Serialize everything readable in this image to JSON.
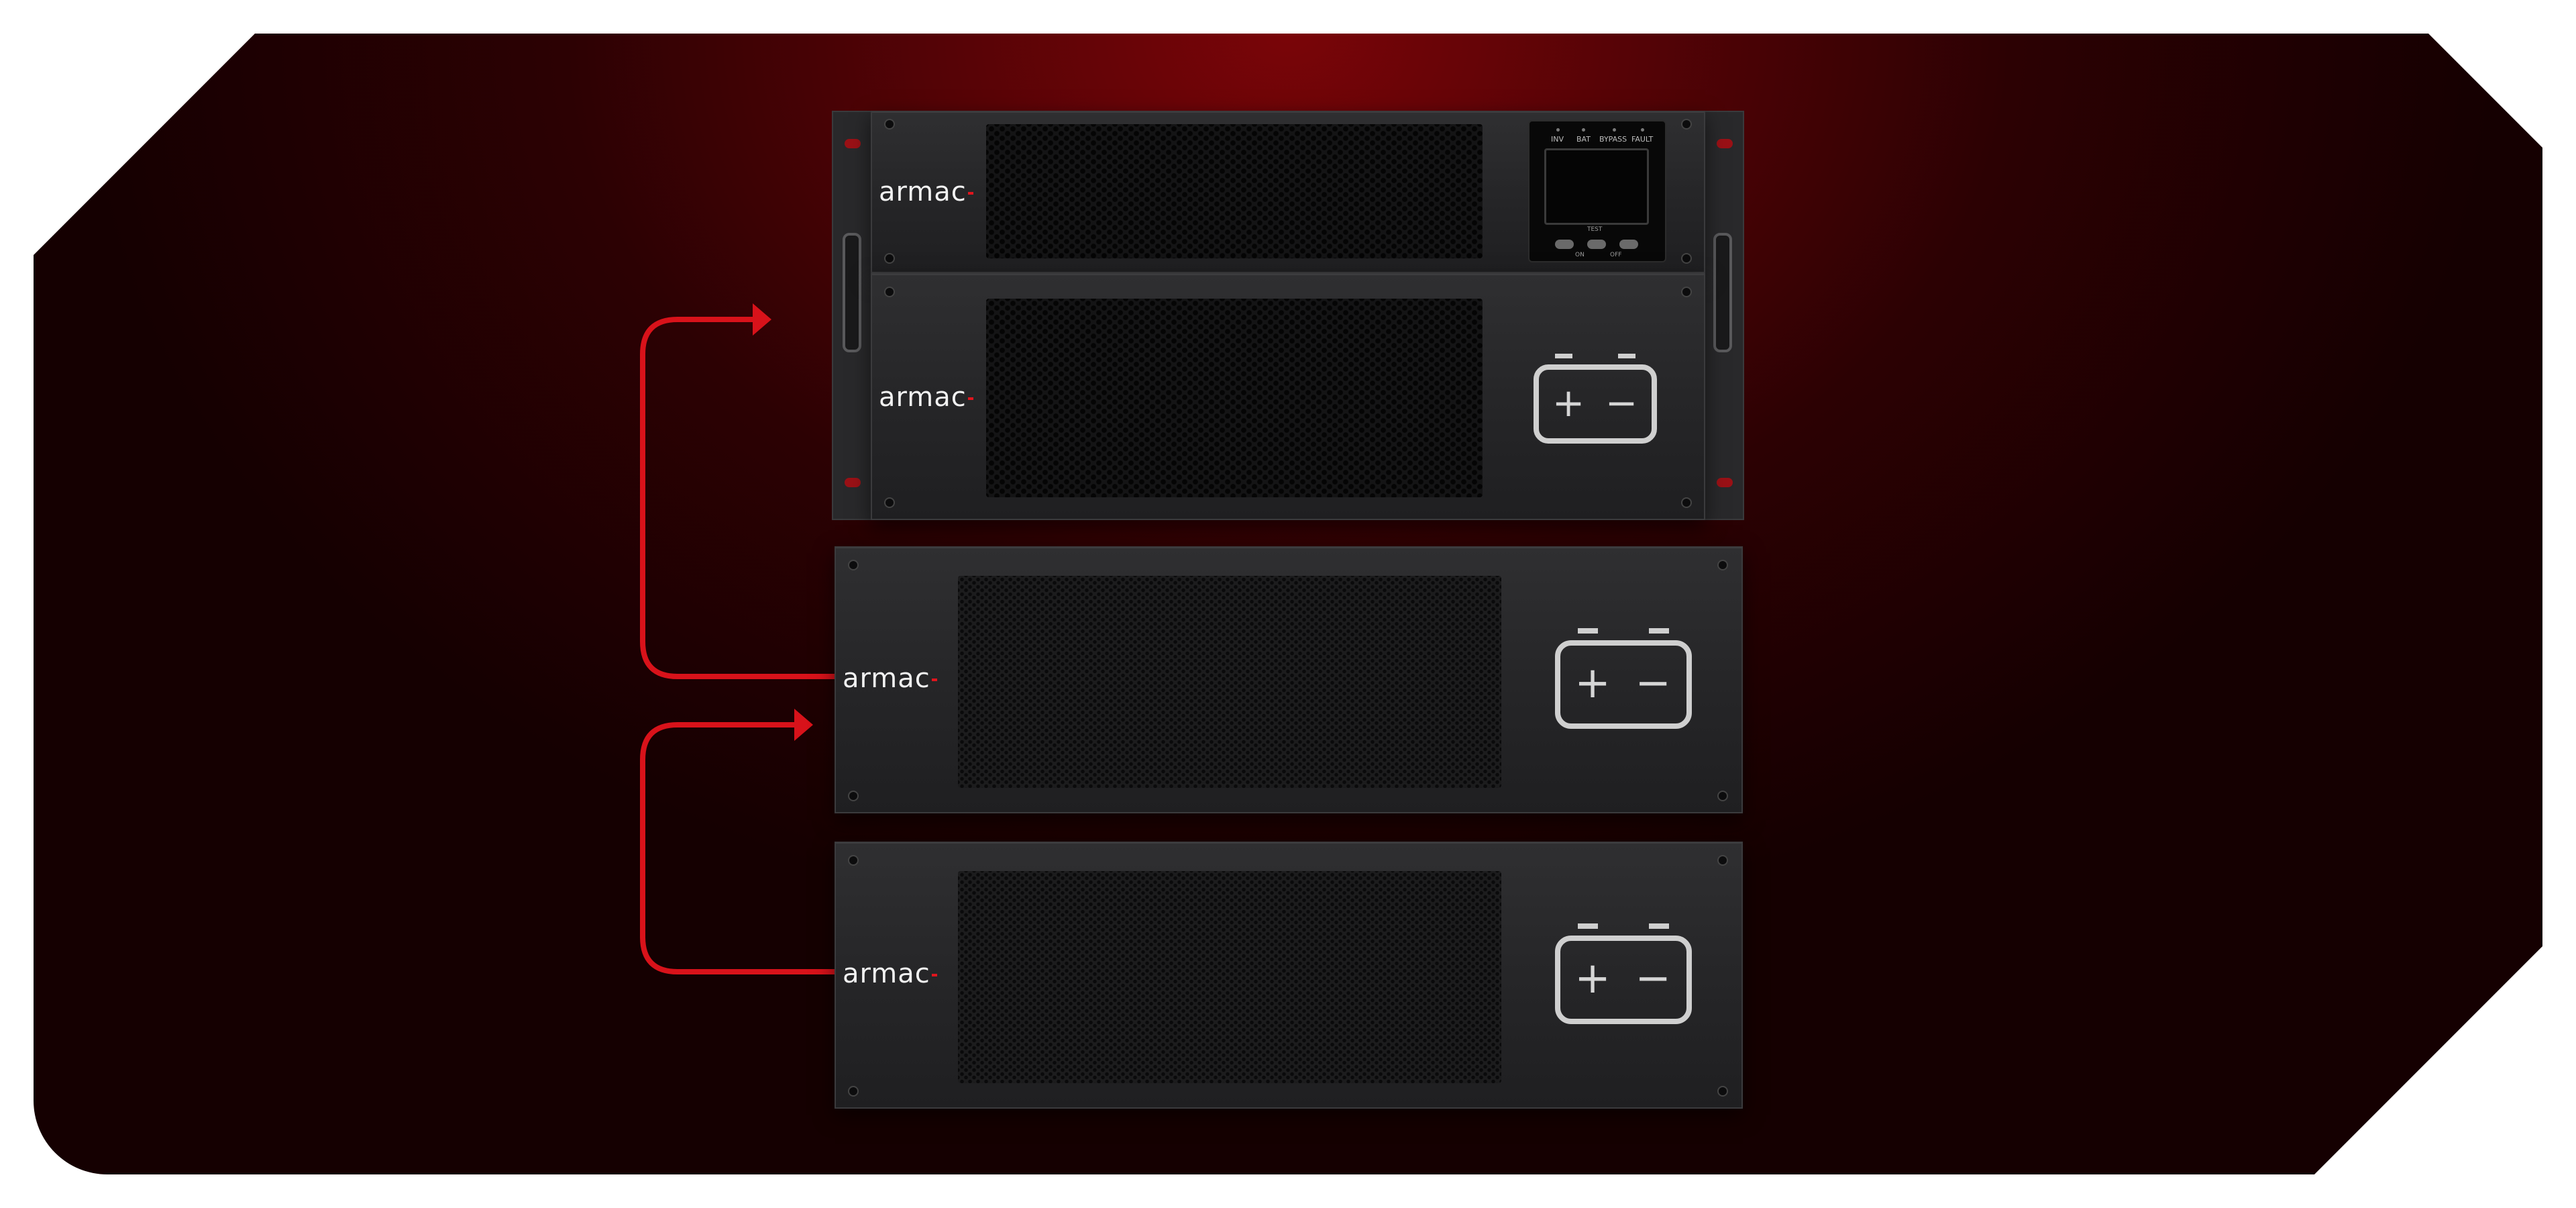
{
  "brand": {
    "logo_text": "armac",
    "accent": "#e0151d"
  },
  "lcd": {
    "indicators": [
      "INV",
      "BAT",
      "BYPASS",
      "FAULT"
    ],
    "test_label": "TEST",
    "on_label": "ON",
    "off_label": "OFF"
  },
  "icons": {
    "battery": "battery-icon",
    "plus": "+",
    "minus": "−"
  },
  "colors": {
    "background_inner": "#7a0508",
    "background_outer": "#150001",
    "chassis": "#262628",
    "connector": "#d8121a"
  }
}
